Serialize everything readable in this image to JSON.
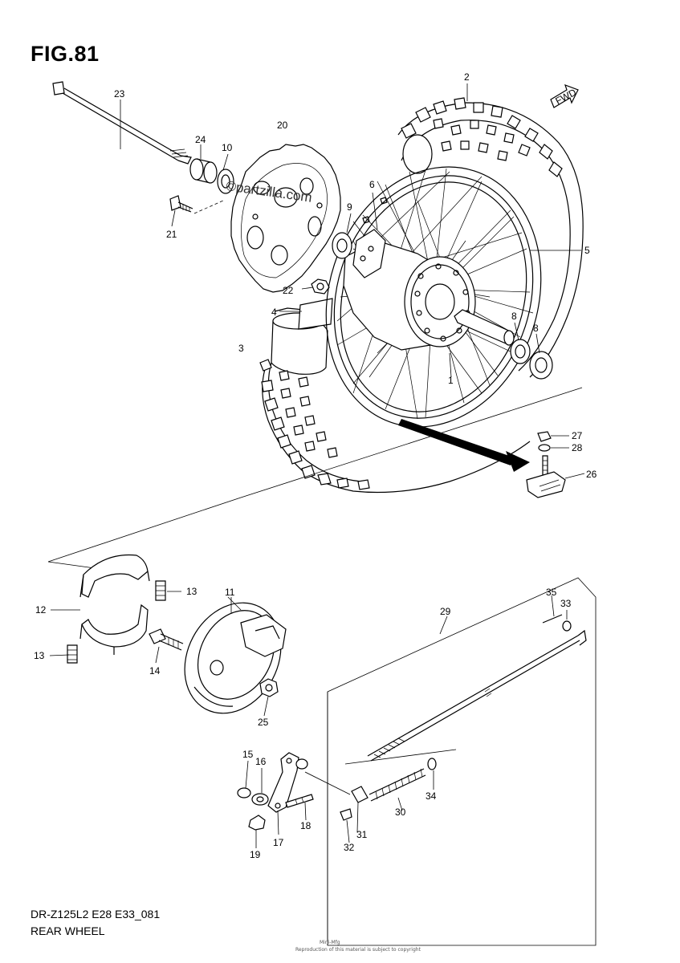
{
  "figure": {
    "title": "FIG.81",
    "model_code": "DR-Z125L2 E28 E33_081",
    "section_name": "REAR WHEEL",
    "watermark": "©partzilla.com",
    "fwd_label": "FWD",
    "fine_print_top": "Mini-Mfg",
    "fine_print_bottom": "Reproduction of this material is subject to copyright"
  },
  "parts": [
    {
      "id": "p1",
      "label": "1"
    },
    {
      "id": "p2",
      "label": "2"
    },
    {
      "id": "p3",
      "label": "3"
    },
    {
      "id": "p4",
      "label": "4"
    },
    {
      "id": "p5",
      "label": "5"
    },
    {
      "id": "p6",
      "label": "6"
    },
    {
      "id": "p8a",
      "label": "8"
    },
    {
      "id": "p8b",
      "label": "8"
    },
    {
      "id": "p9",
      "label": "9"
    },
    {
      "id": "p10",
      "label": "10"
    },
    {
      "id": "p11",
      "label": "11"
    },
    {
      "id": "p12",
      "label": "12"
    },
    {
      "id": "p13a",
      "label": "13"
    },
    {
      "id": "p13b",
      "label": "13"
    },
    {
      "id": "p14",
      "label": "14"
    },
    {
      "id": "p15",
      "label": "15"
    },
    {
      "id": "p16",
      "label": "16"
    },
    {
      "id": "p17",
      "label": "17"
    },
    {
      "id": "p18",
      "label": "18"
    },
    {
      "id": "p19",
      "label": "19"
    },
    {
      "id": "p20",
      "label": "20"
    },
    {
      "id": "p21",
      "label": "21"
    },
    {
      "id": "p22",
      "label": "22"
    },
    {
      "id": "p23",
      "label": "23"
    },
    {
      "id": "p24",
      "label": "24"
    },
    {
      "id": "p25",
      "label": "25"
    },
    {
      "id": "p26",
      "label": "26"
    },
    {
      "id": "p27",
      "label": "27"
    },
    {
      "id": "p28",
      "label": "28"
    },
    {
      "id": "p29",
      "label": "29"
    },
    {
      "id": "p30",
      "label": "30"
    },
    {
      "id": "p31",
      "label": "31"
    },
    {
      "id": "p32",
      "label": "32"
    },
    {
      "id": "p33",
      "label": "33"
    },
    {
      "id": "p34",
      "label": "34"
    },
    {
      "id": "p35",
      "label": "35"
    }
  ]
}
